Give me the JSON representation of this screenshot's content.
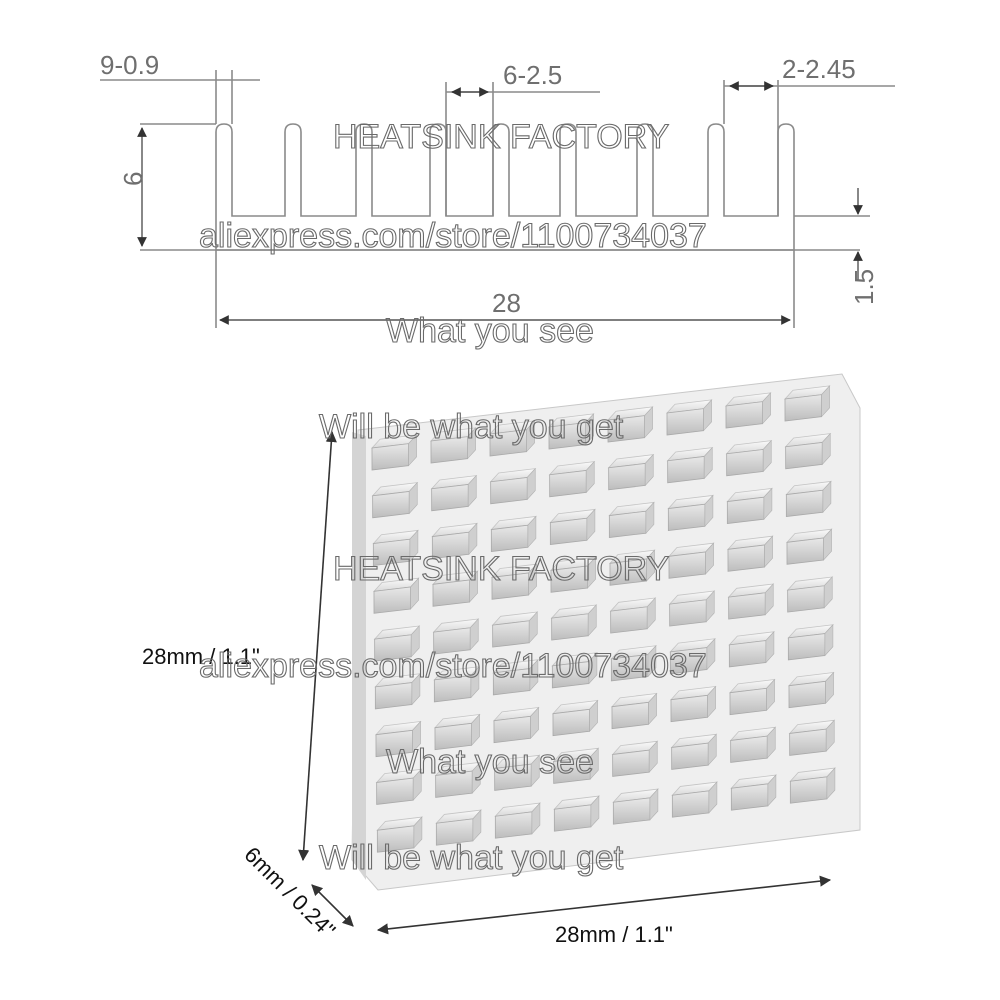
{
  "profile": {
    "fin_pitch_label": "9-0.9",
    "gap_label": "6-2.5",
    "edge_label": "2-2.45",
    "height_label": "6",
    "width_label": "28",
    "base_label": "1.5"
  },
  "photo": {
    "height_label": "28mm / 1.1\"",
    "depth_label": "6mm / 0.24\"",
    "width_label": "28mm / 1.1\""
  },
  "watermarks": {
    "brand": "HEATSINK FACTORY",
    "url": "aliexpress.com/store/1100734037",
    "line1": "What you see",
    "line2": "Will be what you get"
  },
  "colors": {
    "drawing_line": "#8a8a8a",
    "metal_light": "#f4f4f4",
    "metal_mid": "#dcdcdc",
    "metal_dark": "#b5b5b5",
    "dim_arrow": "#333333"
  }
}
